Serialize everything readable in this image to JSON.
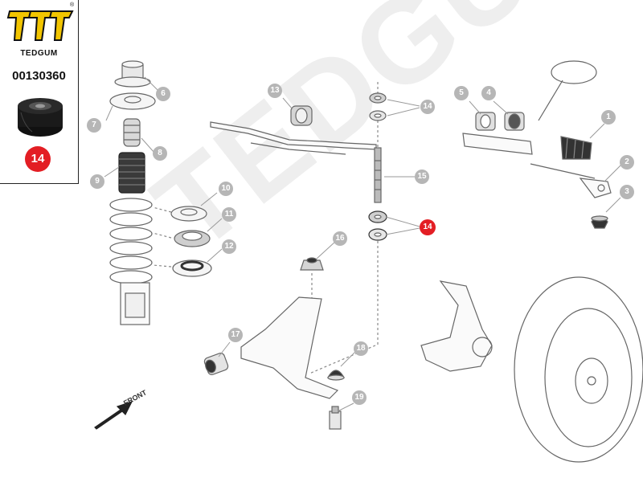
{
  "brand": {
    "name": "TEDGUM",
    "registered": "®",
    "part_number": "00130360"
  },
  "watermark": "TEDGUM",
  "selected_part": "14",
  "front_label": "FRONT",
  "callouts": [
    {
      "id": "1",
      "label": "1"
    },
    {
      "id": "2",
      "label": "2"
    },
    {
      "id": "3",
      "label": "3"
    },
    {
      "id": "4",
      "label": "4"
    },
    {
      "id": "5",
      "label": "5"
    },
    {
      "id": "6",
      "label": "6"
    },
    {
      "id": "7",
      "label": "7"
    },
    {
      "id": "8",
      "label": "8"
    },
    {
      "id": "9",
      "label": "9"
    },
    {
      "id": "10",
      "label": "10"
    },
    {
      "id": "11",
      "label": "11"
    },
    {
      "id": "12",
      "label": "12"
    },
    {
      "id": "13",
      "label": "13"
    },
    {
      "id": "14a",
      "label": "14"
    },
    {
      "id": "14b",
      "label": "14"
    },
    {
      "id": "15",
      "label": "15"
    },
    {
      "id": "16",
      "label": "16"
    },
    {
      "id": "17",
      "label": "17"
    },
    {
      "id": "18",
      "label": "18"
    },
    {
      "id": "19",
      "label": "19"
    }
  ],
  "colors": {
    "accent": "#e31e24",
    "callout": "#b6b6b6",
    "line": "#555555",
    "watermark": "#eeeeee"
  }
}
